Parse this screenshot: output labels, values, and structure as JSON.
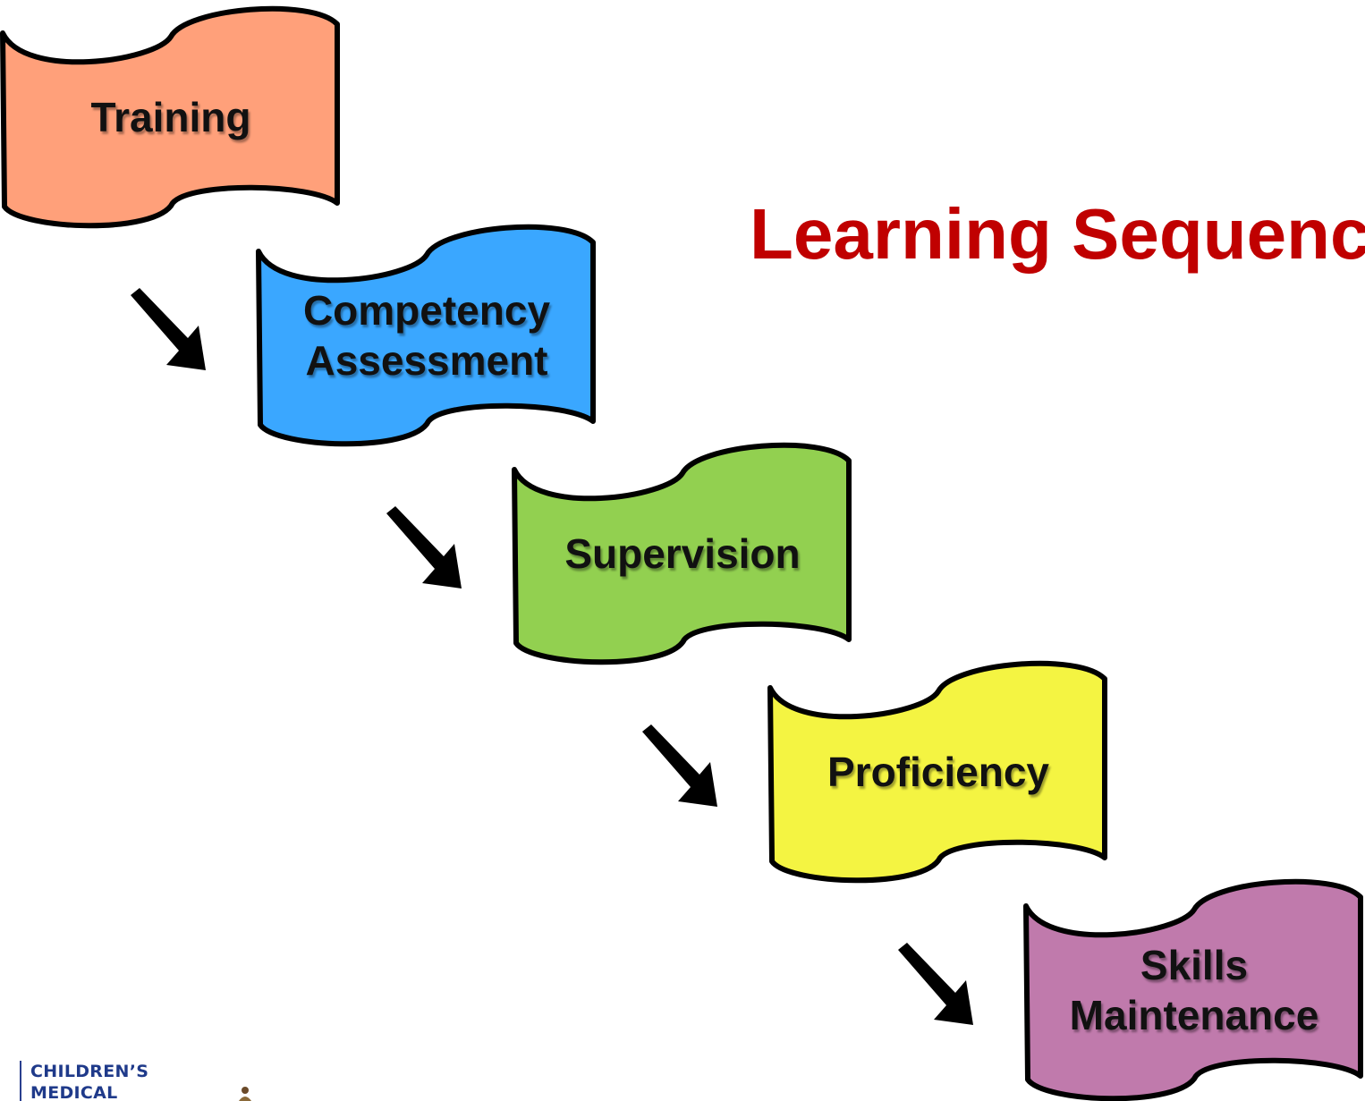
{
  "title": "Learning Sequence",
  "steps": [
    {
      "lines": [
        "Training"
      ],
      "color": "#ffa07a"
    },
    {
      "lines": [
        "Competency",
        "Assessment"
      ],
      "color": "#3aa7ff"
    },
    {
      "lines": [
        "Supervision"
      ],
      "color": "#92d050"
    },
    {
      "lines": [
        "Proficiency"
      ],
      "color": "#f4f442"
    },
    {
      "lines": [
        "Skills",
        "Maintenance"
      ],
      "color": "#c07aac"
    }
  ],
  "logo": {
    "lines": [
      "CHILDREN’S",
      "MEDICAL"
    ],
    "color": "#1f3a8a"
  }
}
